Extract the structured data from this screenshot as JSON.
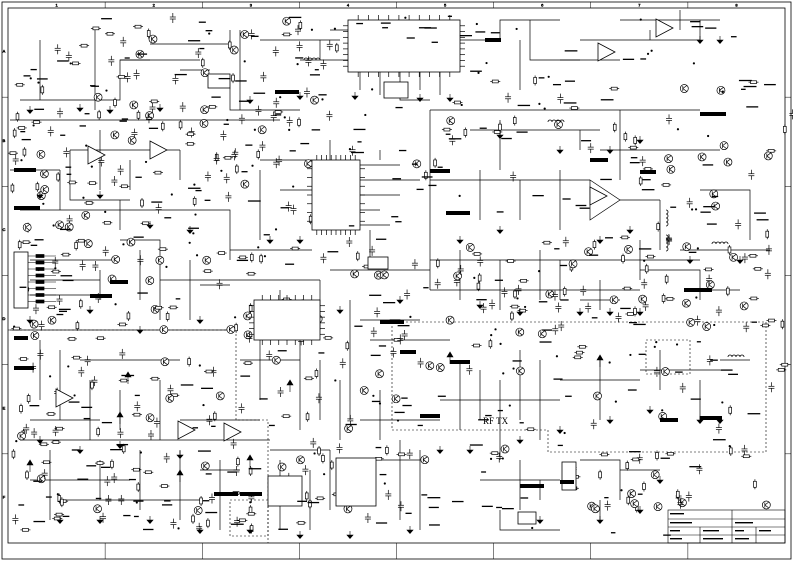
{
  "diagram": {
    "rf_block_label": "RF TX",
    "border_zone_columns": [
      "1",
      "2",
      "3",
      "4",
      "5",
      "6",
      "7",
      "8"
    ],
    "border_zone_rows": [
      "A",
      "B",
      "C",
      "D",
      "E",
      "F"
    ],
    "colors": {
      "ink": "#000000",
      "paper": "#ffffff",
      "ground_fill": "#000000"
    }
  }
}
